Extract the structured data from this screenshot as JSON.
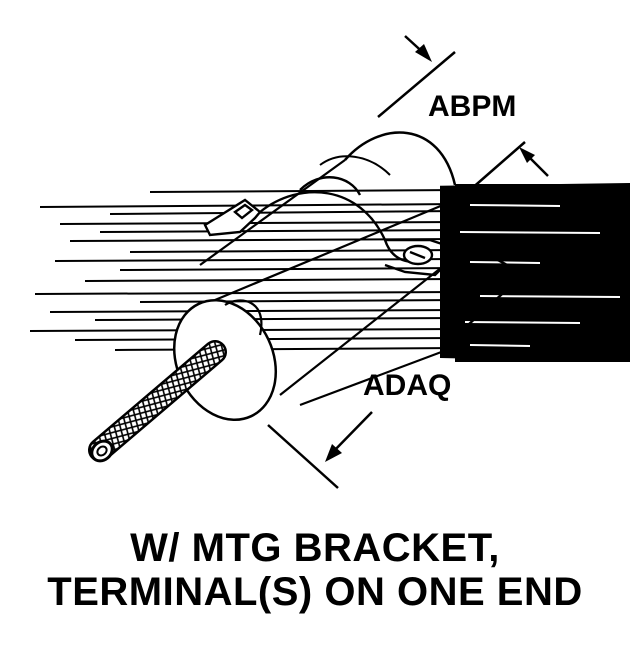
{
  "dimensions": {
    "top_label": "ABPM",
    "bottom_label": "ADAQ"
  },
  "caption": {
    "line1": "W/ MTG BRACKET,",
    "line2": "TERMINAL(S) ON ONE END"
  },
  "colors": {
    "ink": "#000000",
    "paper": "#ffffff"
  }
}
